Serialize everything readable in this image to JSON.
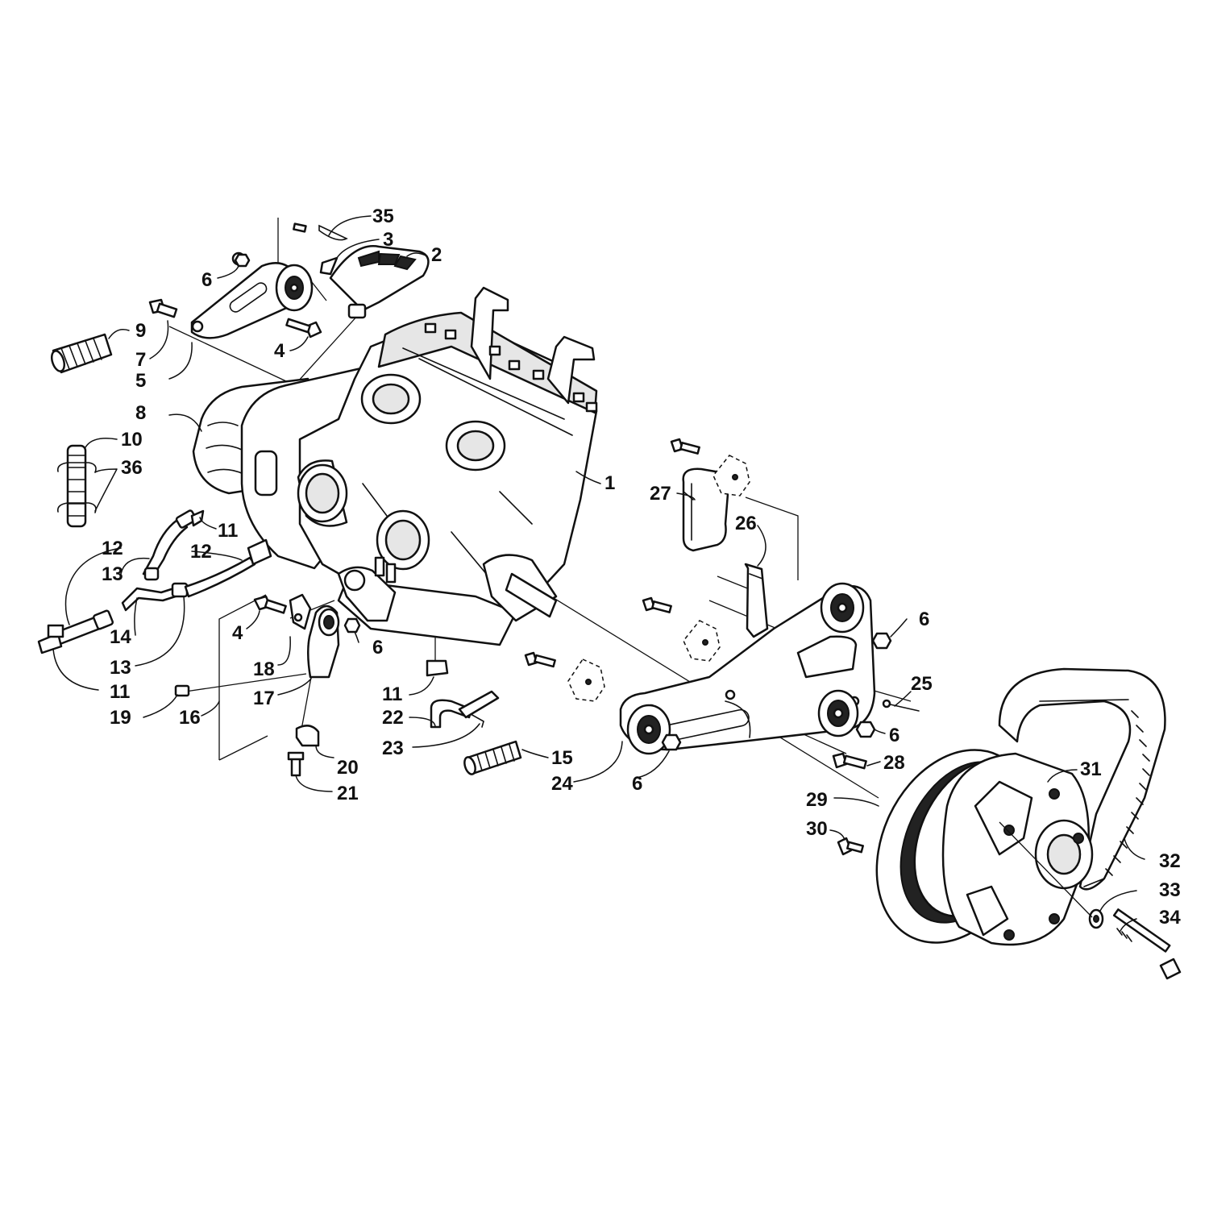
{
  "callouts": [
    {
      "id": "c35",
      "label": "35"
    },
    {
      "id": "c3",
      "label": "3"
    },
    {
      "id": "c2",
      "label": "2"
    },
    {
      "id": "c6a",
      "label": "6"
    },
    {
      "id": "c9",
      "label": "9"
    },
    {
      "id": "c4a",
      "label": "4"
    },
    {
      "id": "c7",
      "label": "7"
    },
    {
      "id": "c5",
      "label": "5"
    },
    {
      "id": "c8",
      "label": "8"
    },
    {
      "id": "c10",
      "label": "10"
    },
    {
      "id": "c36",
      "label": "36"
    },
    {
      "id": "c1",
      "label": "1"
    },
    {
      "id": "c27",
      "label": "27"
    },
    {
      "id": "c26",
      "label": "26"
    },
    {
      "id": "c11a",
      "label": "11"
    },
    {
      "id": "c12a",
      "label": "12"
    },
    {
      "id": "c12b",
      "label": "12"
    },
    {
      "id": "c13a",
      "label": "13"
    },
    {
      "id": "c4b",
      "label": "4"
    },
    {
      "id": "c6b",
      "label": "6"
    },
    {
      "id": "c14",
      "label": "14"
    },
    {
      "id": "c13b",
      "label": "13"
    },
    {
      "id": "c18",
      "label": "18"
    },
    {
      "id": "c6c",
      "label": "6"
    },
    {
      "id": "c11b",
      "label": "11"
    },
    {
      "id": "c17",
      "label": "17"
    },
    {
      "id": "c11c",
      "label": "11"
    },
    {
      "id": "c25",
      "label": "25"
    },
    {
      "id": "c19",
      "label": "19"
    },
    {
      "id": "c16",
      "label": "16"
    },
    {
      "id": "c22",
      "label": "22"
    },
    {
      "id": "c6d",
      "label": "6"
    },
    {
      "id": "c23",
      "label": "23"
    },
    {
      "id": "c15",
      "label": "15"
    },
    {
      "id": "c20",
      "label": "20"
    },
    {
      "id": "c28",
      "label": "28"
    },
    {
      "id": "c31",
      "label": "31"
    },
    {
      "id": "c24",
      "label": "24"
    },
    {
      "id": "c6e",
      "label": "6"
    },
    {
      "id": "c21",
      "label": "21"
    },
    {
      "id": "c29",
      "label": "29"
    },
    {
      "id": "c30",
      "label": "30"
    },
    {
      "id": "c32",
      "label": "32"
    },
    {
      "id": "c33",
      "label": "33"
    },
    {
      "id": "c34",
      "label": "34"
    }
  ]
}
